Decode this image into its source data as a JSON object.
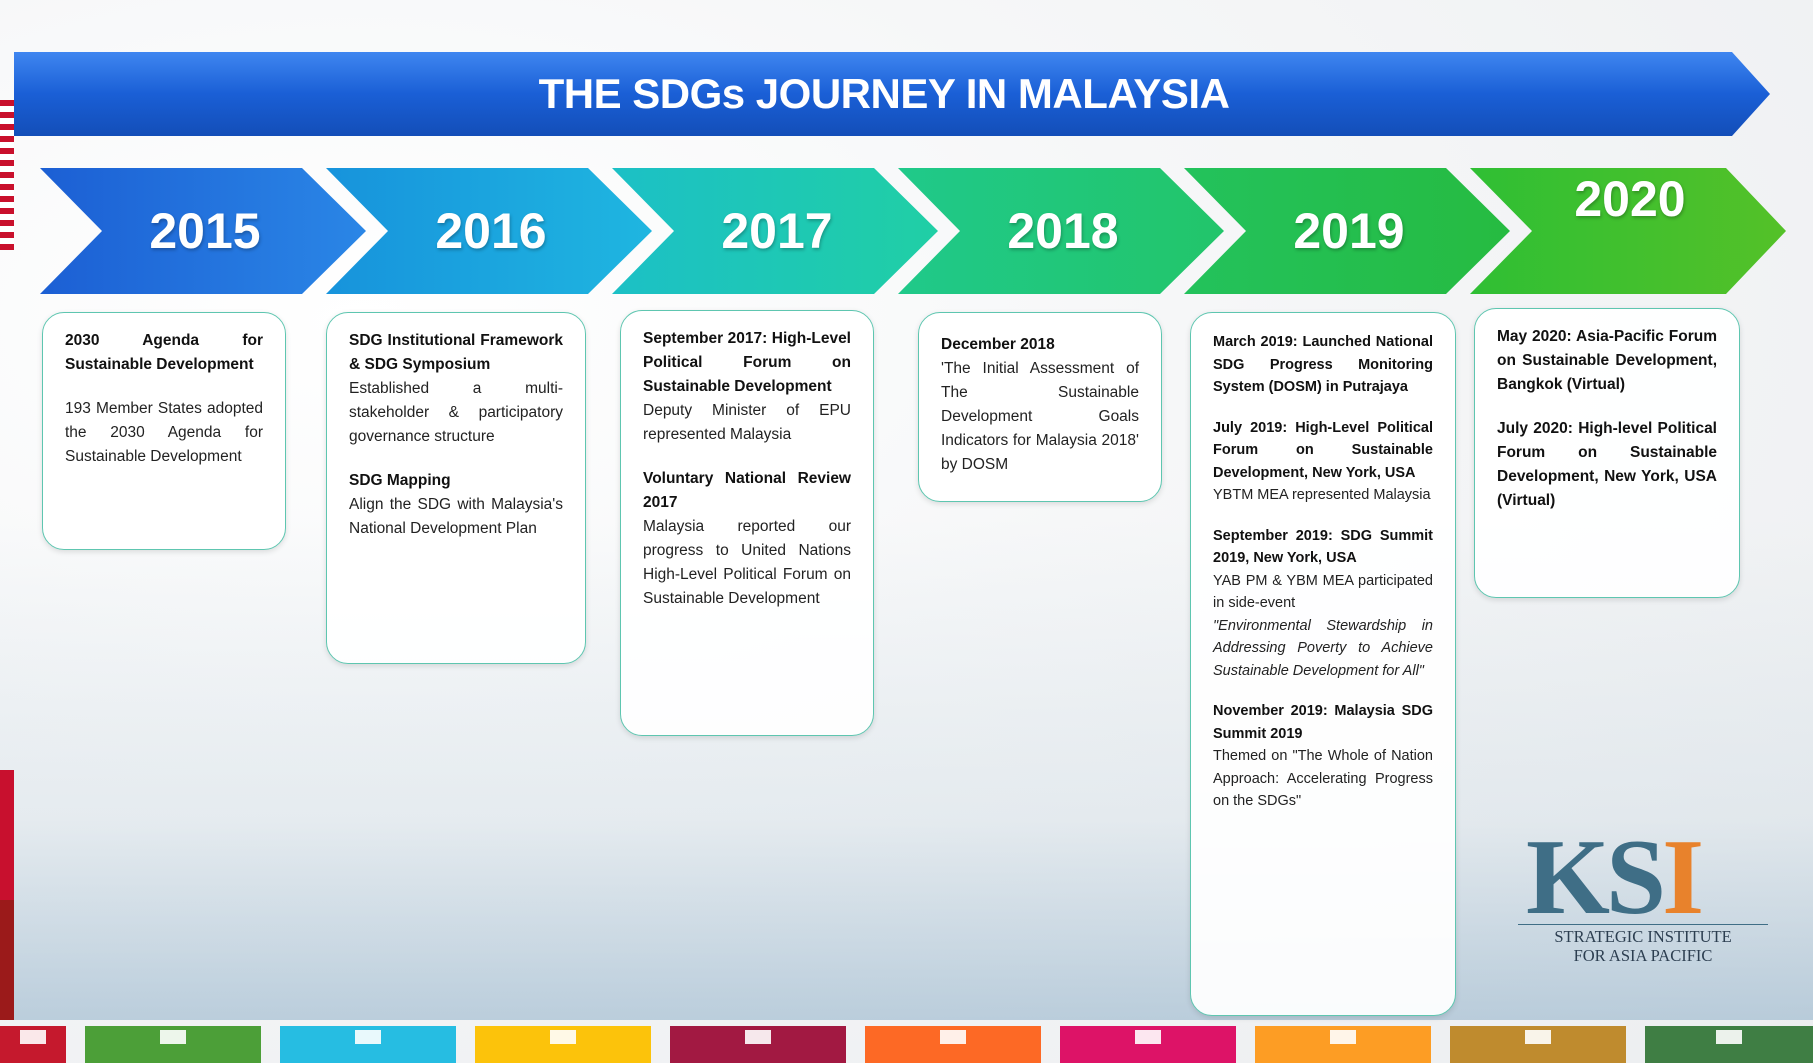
{
  "title": "THE SDGs JOURNEY IN MALAYSIA",
  "colors": {
    "banner": "#1a5fd6",
    "chevrons": [
      "#1d63d8",
      "#1aa5de",
      "#1ec9b7",
      "#22c57a",
      "#24be4b",
      "#3fbf2a"
    ],
    "box_border": "#5ec6b0",
    "ksi_blue": "#3f6e86",
    "ksi_orange": "#e8822c"
  },
  "years": [
    "2015",
    "2016",
    "2017",
    "2018",
    "2019",
    "2020"
  ],
  "boxes": {
    "y2015": {
      "h1": "2030 Agenda for Sustainable Development",
      "t1": "193 Member States adopted the 2030 Agenda for Sustainable Development"
    },
    "y2016": {
      "h1": "SDG Institutional Framework & SDG Symposium",
      "t1": "Established a multi-stakeholder & participatory governance structure",
      "h2": "SDG Mapping",
      "t2": "Align the SDG with Malaysia's National Development Plan"
    },
    "y2017": {
      "h1": "September 2017: High-Level Political Forum on Sustainable Development",
      "t1": "Deputy Minister of EPU represented Malaysia",
      "h2": "Voluntary National Review 2017",
      "t2": "Malaysia reported our progress to United Nations High-Level Political Forum on Sustainable Development"
    },
    "y2018": {
      "h1": "December 2018",
      "t1": "'The Initial Assessment of The Sustainable Development Goals Indicators for Malaysia 2018' by DOSM"
    },
    "y2019": {
      "h1": "March 2019: Launched National SDG Progress Monitoring System (DOSM) in Putrajaya",
      "h2": "July 2019: High-Level Political Forum on Sustainable Development, New York, USA",
      "t2": "YBTM MEA represented Malaysia",
      "h3": "September 2019: SDG Summit 2019, New York, USA",
      "t3": "YAB PM & YBM MEA participated in side-event",
      "t3i": "\"Environmental Stewardship in Addressing Poverty to Achieve Sustainable Development for All\"",
      "h4": "November 2019: Malaysia SDG Summit 2019",
      "t4": "Themed on \"The Whole of Nation Approach: Accelerating Progress on the SDGs\""
    },
    "y2020": {
      "h1": "May 2020: Asia-Pacific Forum on Sustainable Development, Bangkok (Virtual)",
      "h2": "July 2020: High-level Political Forum on Sustainable Development, New York, USA (Virtual)"
    }
  },
  "logo": {
    "letters_k": "K",
    "letters_s": "S",
    "letters_i": "I",
    "line1": "STRATEGIC INSTITUTE",
    "line2": "FOR ASIA PACIFIC"
  },
  "sdg_strip_colors": [
    "#c5192d",
    "#4c9f38",
    "#26bde2",
    "#fcc30b",
    "#a21942",
    "#fd6925",
    "#dd1367",
    "#fd9d24",
    "#bf8b2e",
    "#3f7e44"
  ]
}
